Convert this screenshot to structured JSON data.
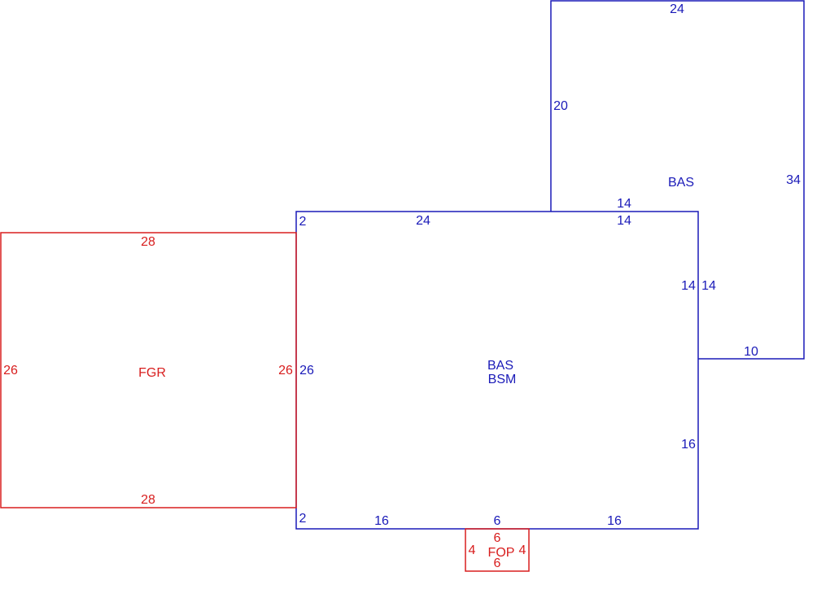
{
  "colors": {
    "living": "#1a1ab8",
    "garage_porch": "#d81e1e",
    "background": "#ffffff"
  },
  "areas": {
    "upper_bas": {
      "code": "BAS",
      "dims": {
        "top": "24",
        "left": "20",
        "right": "34",
        "bottom": "10",
        "inner_top": "14"
      }
    },
    "main": {
      "codes": [
        "BAS",
        "BSM"
      ],
      "dims": {
        "top_left": "2",
        "top": "24",
        "top_right": "14",
        "right_upper_a": "14",
        "right_upper_b": "14",
        "left": "26",
        "right_lower": "16",
        "bottom_left": "2",
        "bottom_a": "16",
        "bottom_mid": "6",
        "bottom_b": "16"
      }
    },
    "garage": {
      "code": "FGR",
      "dims": {
        "top": "28",
        "bottom": "28",
        "left": "26",
        "right": "26"
      }
    },
    "porch": {
      "code": "FOP",
      "dims": {
        "top": "6",
        "bottom": "6",
        "left": "4",
        "right": "4"
      }
    }
  }
}
